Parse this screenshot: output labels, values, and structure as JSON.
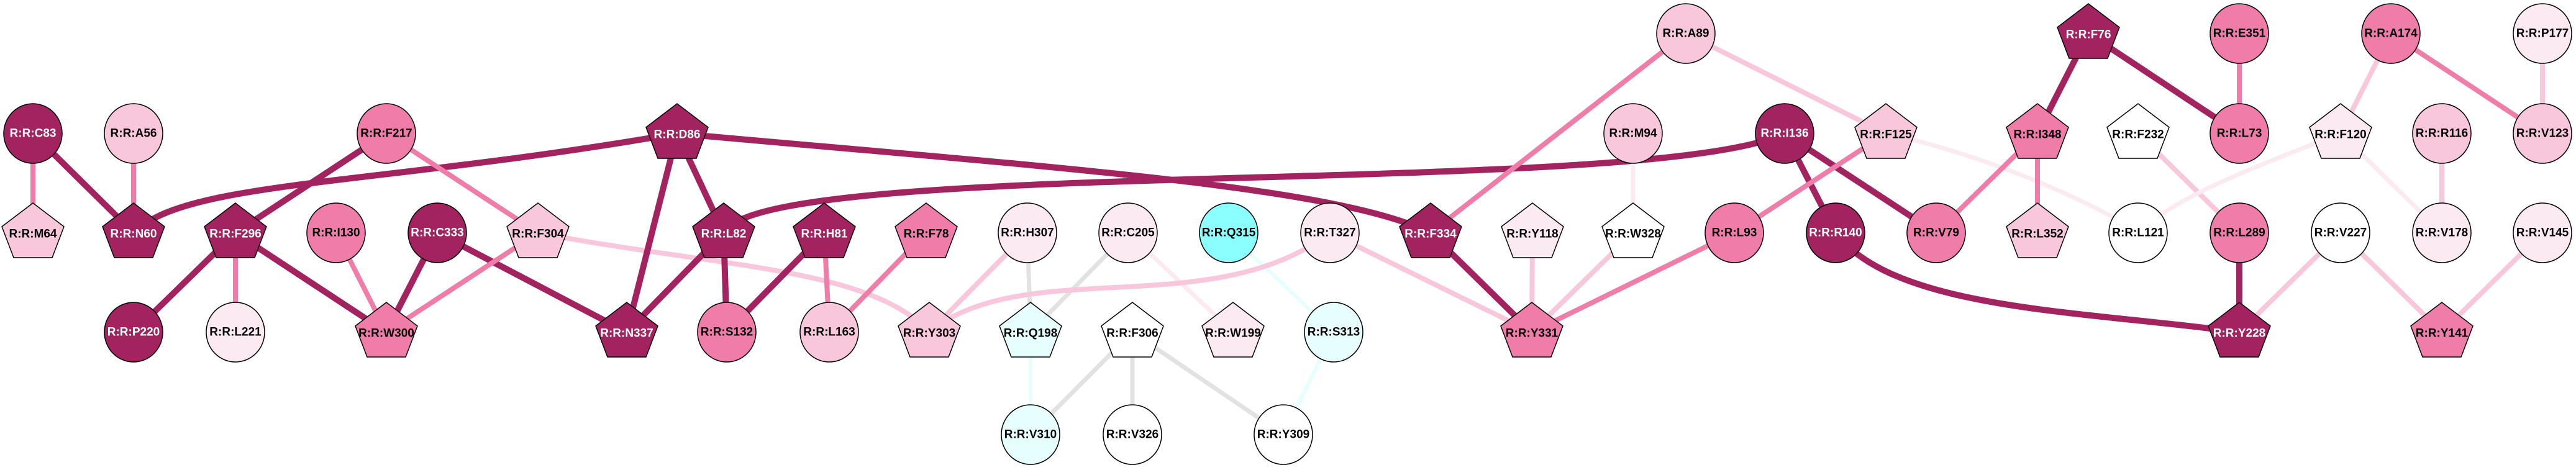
{
  "colors": {
    "dark": "#a2235f",
    "mid": "#ef7ca9",
    "light": "#f8c7dc",
    "vlight": "#fbeaf2",
    "white": "#ffffff",
    "cyan": "#8afffd",
    "lcyan": "#e6fefd",
    "grey": "#e2e2e2"
  },
  "nodes": [
    {
      "id": "R:R:C83",
      "shape": "circle",
      "tone": "dark"
    },
    {
      "id": "R:R:A56",
      "shape": "circle",
      "tone": "light"
    },
    {
      "id": "R:R:F217",
      "shape": "circle",
      "tone": "mid"
    },
    {
      "id": "R:R:D86",
      "shape": "pentagon",
      "tone": "dark"
    },
    {
      "id": "R:R:M64",
      "shape": "pentagon",
      "tone": "light"
    },
    {
      "id": "R:R:N60",
      "shape": "pentagon",
      "tone": "dark"
    },
    {
      "id": "R:R:F296",
      "shape": "pentagon",
      "tone": "dark"
    },
    {
      "id": "R:R:I130",
      "shape": "circle",
      "tone": "mid"
    },
    {
      "id": "R:R:C333",
      "shape": "circle",
      "tone": "dark"
    },
    {
      "id": "R:R:F304",
      "shape": "pentagon",
      "tone": "light"
    },
    {
      "id": "R:R:L82",
      "shape": "pentagon",
      "tone": "dark"
    },
    {
      "id": "R:R:H81",
      "shape": "pentagon",
      "tone": "dark"
    },
    {
      "id": "R:R:F78",
      "shape": "pentagon",
      "tone": "mid"
    },
    {
      "id": "R:R:H307",
      "shape": "circle",
      "tone": "vlight"
    },
    {
      "id": "R:R:C205",
      "shape": "circle",
      "tone": "vlight"
    },
    {
      "id": "R:R:Q315",
      "shape": "circle",
      "tone": "cyan"
    },
    {
      "id": "R:R:T327",
      "shape": "circle",
      "tone": "vlight"
    },
    {
      "id": "R:R:P220",
      "shape": "circle",
      "tone": "dark"
    },
    {
      "id": "R:R:L221",
      "shape": "circle",
      "tone": "vlight"
    },
    {
      "id": "R:R:W300",
      "shape": "pentagon",
      "tone": "mid"
    },
    {
      "id": "R:R:N337",
      "shape": "pentagon",
      "tone": "dark"
    },
    {
      "id": "R:R:S132",
      "shape": "circle",
      "tone": "mid"
    },
    {
      "id": "R:R:L163",
      "shape": "circle",
      "tone": "light"
    },
    {
      "id": "R:R:Y303",
      "shape": "pentagon",
      "tone": "light"
    },
    {
      "id": "R:R:Q198",
      "shape": "pentagon",
      "tone": "lcyan"
    },
    {
      "id": "R:R:F306",
      "shape": "pentagon",
      "tone": "white"
    },
    {
      "id": "R:R:W199",
      "shape": "pentagon",
      "tone": "vlight"
    },
    {
      "id": "R:R:S313",
      "shape": "circle",
      "tone": "lcyan"
    },
    {
      "id": "R:R:V310",
      "shape": "circle",
      "tone": "lcyan"
    },
    {
      "id": "R:R:V326",
      "shape": "circle",
      "tone": "white"
    },
    {
      "id": "R:R:Y309",
      "shape": "circle",
      "tone": "white"
    },
    {
      "id": "R:R:A89",
      "shape": "circle",
      "tone": "light"
    },
    {
      "id": "R:R:M94",
      "shape": "circle",
      "tone": "light"
    },
    {
      "id": "R:R:I136",
      "shape": "circle",
      "tone": "dark"
    },
    {
      "id": "R:R:F125",
      "shape": "pentagon",
      "tone": "light"
    },
    {
      "id": "R:R:F334",
      "shape": "pentagon",
      "tone": "dark"
    },
    {
      "id": "R:R:Y118",
      "shape": "pentagon",
      "tone": "vlight"
    },
    {
      "id": "R:R:W328",
      "shape": "pentagon",
      "tone": "white"
    },
    {
      "id": "R:R:L93",
      "shape": "circle",
      "tone": "mid"
    },
    {
      "id": "R:R:R140",
      "shape": "circle",
      "tone": "dark"
    },
    {
      "id": "R:R:V79",
      "shape": "circle",
      "tone": "mid"
    },
    {
      "id": "R:R:Y331",
      "shape": "pentagon",
      "tone": "mid"
    },
    {
      "id": "R:R:F76",
      "shape": "pentagon",
      "tone": "dark"
    },
    {
      "id": "R:R:E351",
      "shape": "circle",
      "tone": "mid"
    },
    {
      "id": "R:R:A174",
      "shape": "circle",
      "tone": "mid"
    },
    {
      "id": "R:R:P177",
      "shape": "circle",
      "tone": "vlight"
    },
    {
      "id": "R:R:I348",
      "shape": "pentagon",
      "tone": "mid"
    },
    {
      "id": "R:R:F232",
      "shape": "pentagon",
      "tone": "white"
    },
    {
      "id": "R:R:L73",
      "shape": "circle",
      "tone": "mid"
    },
    {
      "id": "R:R:F120",
      "shape": "pentagon",
      "tone": "vlight"
    },
    {
      "id": "R:R:R116",
      "shape": "circle",
      "tone": "light"
    },
    {
      "id": "R:R:V123",
      "shape": "circle",
      "tone": "light"
    },
    {
      "id": "R:R:L352",
      "shape": "pentagon",
      "tone": "light"
    },
    {
      "id": "R:R:L121",
      "shape": "circle",
      "tone": "white"
    },
    {
      "id": "R:R:L289",
      "shape": "circle",
      "tone": "mid"
    },
    {
      "id": "R:R:V227",
      "shape": "circle",
      "tone": "white"
    },
    {
      "id": "R:R:V178",
      "shape": "circle",
      "tone": "vlight"
    },
    {
      "id": "R:R:V145",
      "shape": "circle",
      "tone": "vlight"
    },
    {
      "id": "R:R:Y228",
      "shape": "pentagon",
      "tone": "dark"
    },
    {
      "id": "R:R:Y141",
      "shape": "pentagon",
      "tone": "mid"
    }
  ],
  "edges": [
    [
      "R:R:C83",
      "R:R:M64",
      "mid"
    ],
    [
      "R:R:C83",
      "R:R:N60",
      "dark"
    ],
    [
      "R:R:A56",
      "R:R:N60",
      "mid"
    ],
    [
      "R:R:D86",
      "R:R:N60",
      "dark"
    ],
    [
      "R:R:F217",
      "R:R:F296",
      "dark"
    ],
    [
      "R:R:F217",
      "R:R:F304",
      "mid"
    ],
    [
      "R:R:F296",
      "R:R:P220",
      "dark"
    ],
    [
      "R:R:F296",
      "R:R:L221",
      "mid"
    ],
    [
      "R:R:F296",
      "R:R:W300",
      "dark"
    ],
    [
      "R:R:I130",
      "R:R:W300",
      "mid"
    ],
    [
      "R:R:C333",
      "R:R:W300",
      "dark"
    ],
    [
      "R:R:C333",
      "R:R:N337",
      "dark"
    ],
    [
      "R:R:F304",
      "R:R:W300",
      "mid"
    ],
    [
      "R:R:F304",
      "R:R:Y303",
      "light"
    ],
    [
      "R:R:D86",
      "R:R:N337",
      "dark"
    ],
    [
      "R:R:D86",
      "R:R:L82",
      "dark"
    ],
    [
      "R:R:D86",
      "R:R:F334",
      "dark"
    ],
    [
      "R:R:L82",
      "R:R:N337",
      "dark"
    ],
    [
      "R:R:L82",
      "R:R:S132",
      "dark"
    ],
    [
      "R:R:L82",
      "R:R:I136",
      "dark"
    ],
    [
      "R:R:H81",
      "R:R:S132",
      "dark"
    ],
    [
      "R:R:H81",
      "R:R:L163",
      "mid"
    ],
    [
      "R:R:F78",
      "R:R:L163",
      "mid"
    ],
    [
      "R:R:H307",
      "R:R:Y303",
      "light"
    ],
    [
      "R:R:H307",
      "R:R:Q198",
      "grey"
    ],
    [
      "R:R:C205",
      "R:R:Q198",
      "grey"
    ],
    [
      "R:R:C205",
      "R:R:W199",
      "vlight"
    ],
    [
      "R:R:Q315",
      "R:R:S313",
      "lcyan"
    ],
    [
      "R:R:T327",
      "R:R:Y303",
      "light"
    ],
    [
      "R:R:T327",
      "R:R:Y331",
      "light"
    ],
    [
      "R:R:Q198",
      "R:R:V310",
      "lcyan"
    ],
    [
      "R:R:F306",
      "R:R:V310",
      "grey"
    ],
    [
      "R:R:F306",
      "R:R:V326",
      "grey"
    ],
    [
      "R:R:F306",
      "R:R:Y309",
      "grey"
    ],
    [
      "R:R:S313",
      "R:R:Y309",
      "lcyan"
    ],
    [
      "R:R:A89",
      "R:R:F334",
      "mid"
    ],
    [
      "R:R:A89",
      "R:R:F125",
      "light"
    ],
    [
      "R:R:M94",
      "R:R:W328",
      "vlight"
    ],
    [
      "R:R:I136",
      "R:R:R140",
      "dark"
    ],
    [
      "R:R:I136",
      "R:R:V79",
      "dark"
    ],
    [
      "R:R:F125",
      "R:R:L93",
      "mid"
    ],
    [
      "R:R:F125",
      "R:R:L121",
      "vlight"
    ],
    [
      "R:R:F334",
      "R:R:Y331",
      "dark"
    ],
    [
      "R:R:Y118",
      "R:R:Y331",
      "light"
    ],
    [
      "R:R:W328",
      "R:R:Y331",
      "light"
    ],
    [
      "R:R:L93",
      "R:R:Y331",
      "mid"
    ],
    [
      "R:R:R140",
      "R:R:Y228",
      "dark"
    ],
    [
      "R:R:V79",
      "R:R:I348",
      "mid"
    ],
    [
      "R:R:F76",
      "R:R:I348",
      "dark"
    ],
    [
      "R:R:F76",
      "R:R:L73",
      "dark"
    ],
    [
      "R:R:E351",
      "R:R:L73",
      "mid"
    ],
    [
      "R:R:I348",
      "R:R:L352",
      "mid"
    ],
    [
      "R:R:F232",
      "R:R:L289",
      "light"
    ],
    [
      "R:R:F120",
      "R:R:L121",
      "vlight"
    ],
    [
      "R:R:A174",
      "R:R:F120",
      "light"
    ],
    [
      "R:R:A174",
      "R:R:V123",
      "mid"
    ],
    [
      "R:R:P177",
      "R:R:V123",
      "light"
    ],
    [
      "R:R:F120",
      "R:R:V178",
      "vlight"
    ],
    [
      "R:R:R116",
      "R:R:V178",
      "light"
    ],
    [
      "R:R:L289",
      "R:R:Y228",
      "dark"
    ],
    [
      "R:R:V227",
      "R:R:Y228",
      "light"
    ],
    [
      "R:R:V227",
      "R:R:Y141",
      "light"
    ],
    [
      "R:R:V145",
      "R:R:Y141",
      "light"
    ]
  ]
}
